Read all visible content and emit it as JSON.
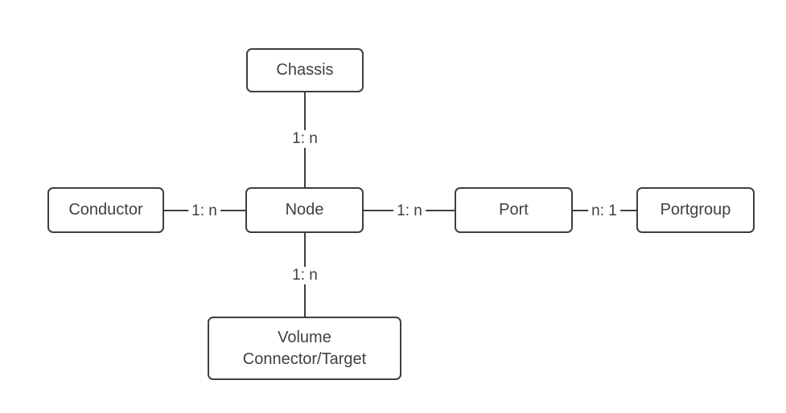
{
  "diagram": {
    "colors": {
      "background": "#ffffff",
      "border": "#3f3f3f",
      "text": "#404040"
    },
    "nodes": {
      "chassis": {
        "label": "Chassis"
      },
      "conductor": {
        "label": "Conductor"
      },
      "node": {
        "label": "Node"
      },
      "port": {
        "label": "Port"
      },
      "portgroup": {
        "label": "Portgroup"
      },
      "volume": {
        "label": "Volume\nConnector/Target"
      }
    },
    "edges": {
      "chassis_node": {
        "from": "Chassis",
        "to": "Node",
        "label": "1: n"
      },
      "conductor_node": {
        "from": "Conductor",
        "to": "Node",
        "label": "1: n"
      },
      "node_port": {
        "from": "Node",
        "to": "Port",
        "label": "1: n"
      },
      "port_portgroup": {
        "from": "Port",
        "to": "Portgroup",
        "label": "n: 1"
      },
      "node_volume": {
        "from": "Node",
        "to": "Volume Connector/Target",
        "label": "1: n"
      }
    }
  }
}
